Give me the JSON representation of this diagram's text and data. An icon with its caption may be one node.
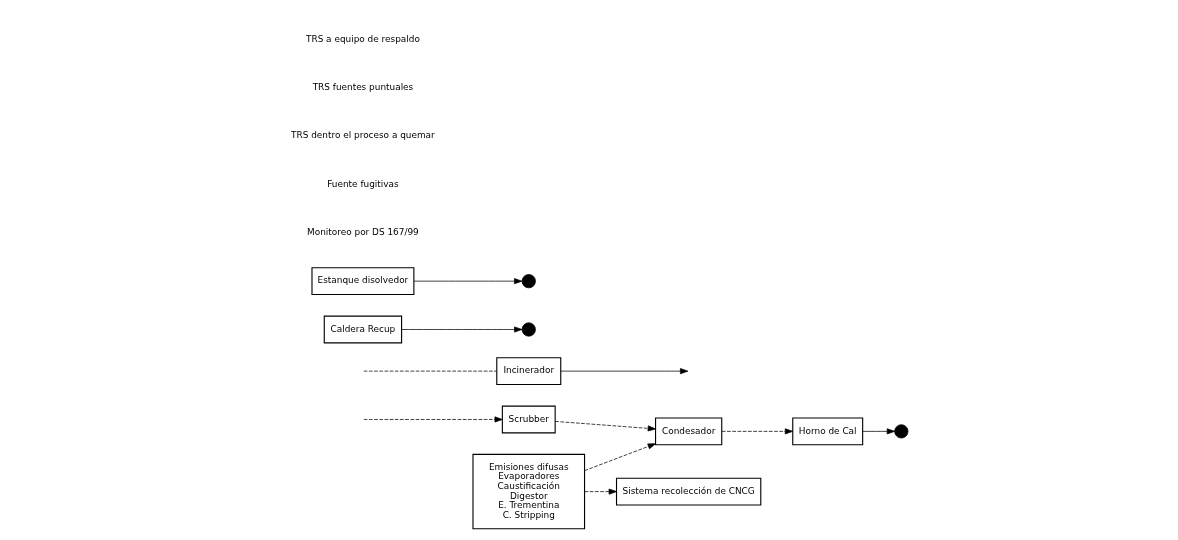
{
  "diagram": {
    "nodes": [
      {
        "text": [
          "Horno de Cal"
        ]
      },
      {
        "text": [
          "Condesador"
        ]
      },
      {
        "text": [
          "Incinerador"
        ]
      },
      {
        "text": [
          "Scrubber"
        ]
      },
      {
        "text": [
          "Sistema recolección de CNCG"
        ]
      },
      {
        "text": [
          "Emisiones difusas",
          "Evaporadores",
          "Caustificación",
          "Digestor",
          "E. Trementina",
          "C. Stripping"
        ]
      },
      {
        "text": [
          "Caldera Recup"
        ]
      },
      {
        "text": [
          "Estanque disolvedor"
        ]
      },
      {
        "text": [],
        "shape": "circle"
      },
      {
        "text": [],
        "shape": "circle"
      },
      {
        "text": [],
        "shape": "circle"
      }
    ],
    "edges": [
      {
        "from": null,
        "to": 3,
        "arrow": "to",
        "style": "dashed"
      },
      {
        "from": 3,
        "to": 1,
        "arrow": "to",
        "style": "dashed"
      },
      {
        "from": 1,
        "to": 0,
        "arrow": "to",
        "style": "dashed"
      },
      {
        "from": null,
        "to": 2,
        "arrow": "none",
        "style": "dashed"
      },
      {
        "from": 5,
        "to": 1,
        "arrow": "to",
        "style": "dashed"
      },
      {
        "from": 5,
        "to": 4,
        "arrow": "to",
        "style": "dashed"
      },
      {
        "from": 0,
        "to": 8,
        "arrow": "to"
      },
      {
        "from": 2,
        "to": null,
        "arrow": "to"
      },
      {
        "from": 6,
        "to": 9,
        "arrow": "to"
      },
      {
        "from": 7,
        "to": 10,
        "arrow": "to"
      }
    ],
    "legend": [
      {
        "text": "TRS a equipo de respaldo"
      },
      {
        "text": "TRS fuentes puntuales"
      },
      {
        "text": "TRS dentro el proceso a quemar"
      },
      {
        "text": "Fuente fugitivas"
      },
      {
        "text": "Monitoreo por DS 167/99"
      }
    ]
  }
}
